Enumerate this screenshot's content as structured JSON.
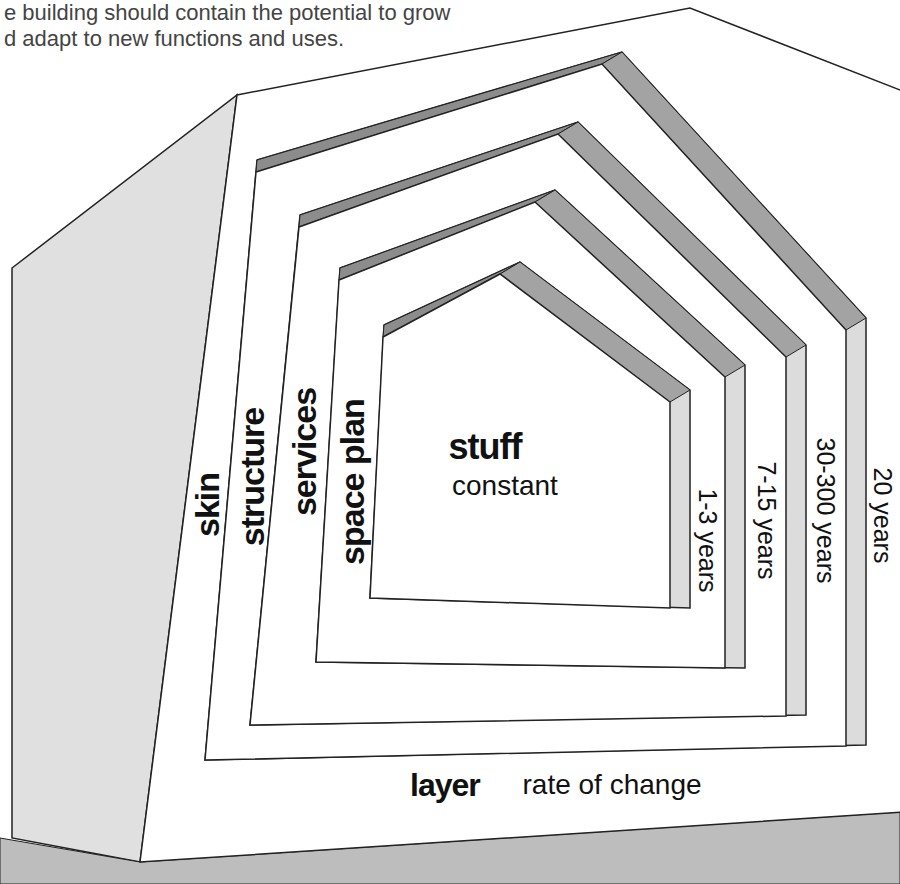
{
  "diagram": {
    "nodes": [
      {
        "text": [
          "skin",
          "20 years"
        ]
      },
      {
        "text": [
          "structure",
          "30-300 years"
        ],
        "in": 0
      },
      {
        "text": [
          "services",
          "7-15 years"
        ],
        "in": 1
      },
      {
        "text": [
          "space plan",
          "1-3 years"
        ],
        "in": 2
      },
      {
        "text": [
          "stuff",
          "constant"
        ],
        "in": 3
      }
    ],
    "labels": [
      "e building should contain the potential to grow",
      "d adapt to new functions and uses.",
      "layer",
      "rate of change"
    ]
  }
}
